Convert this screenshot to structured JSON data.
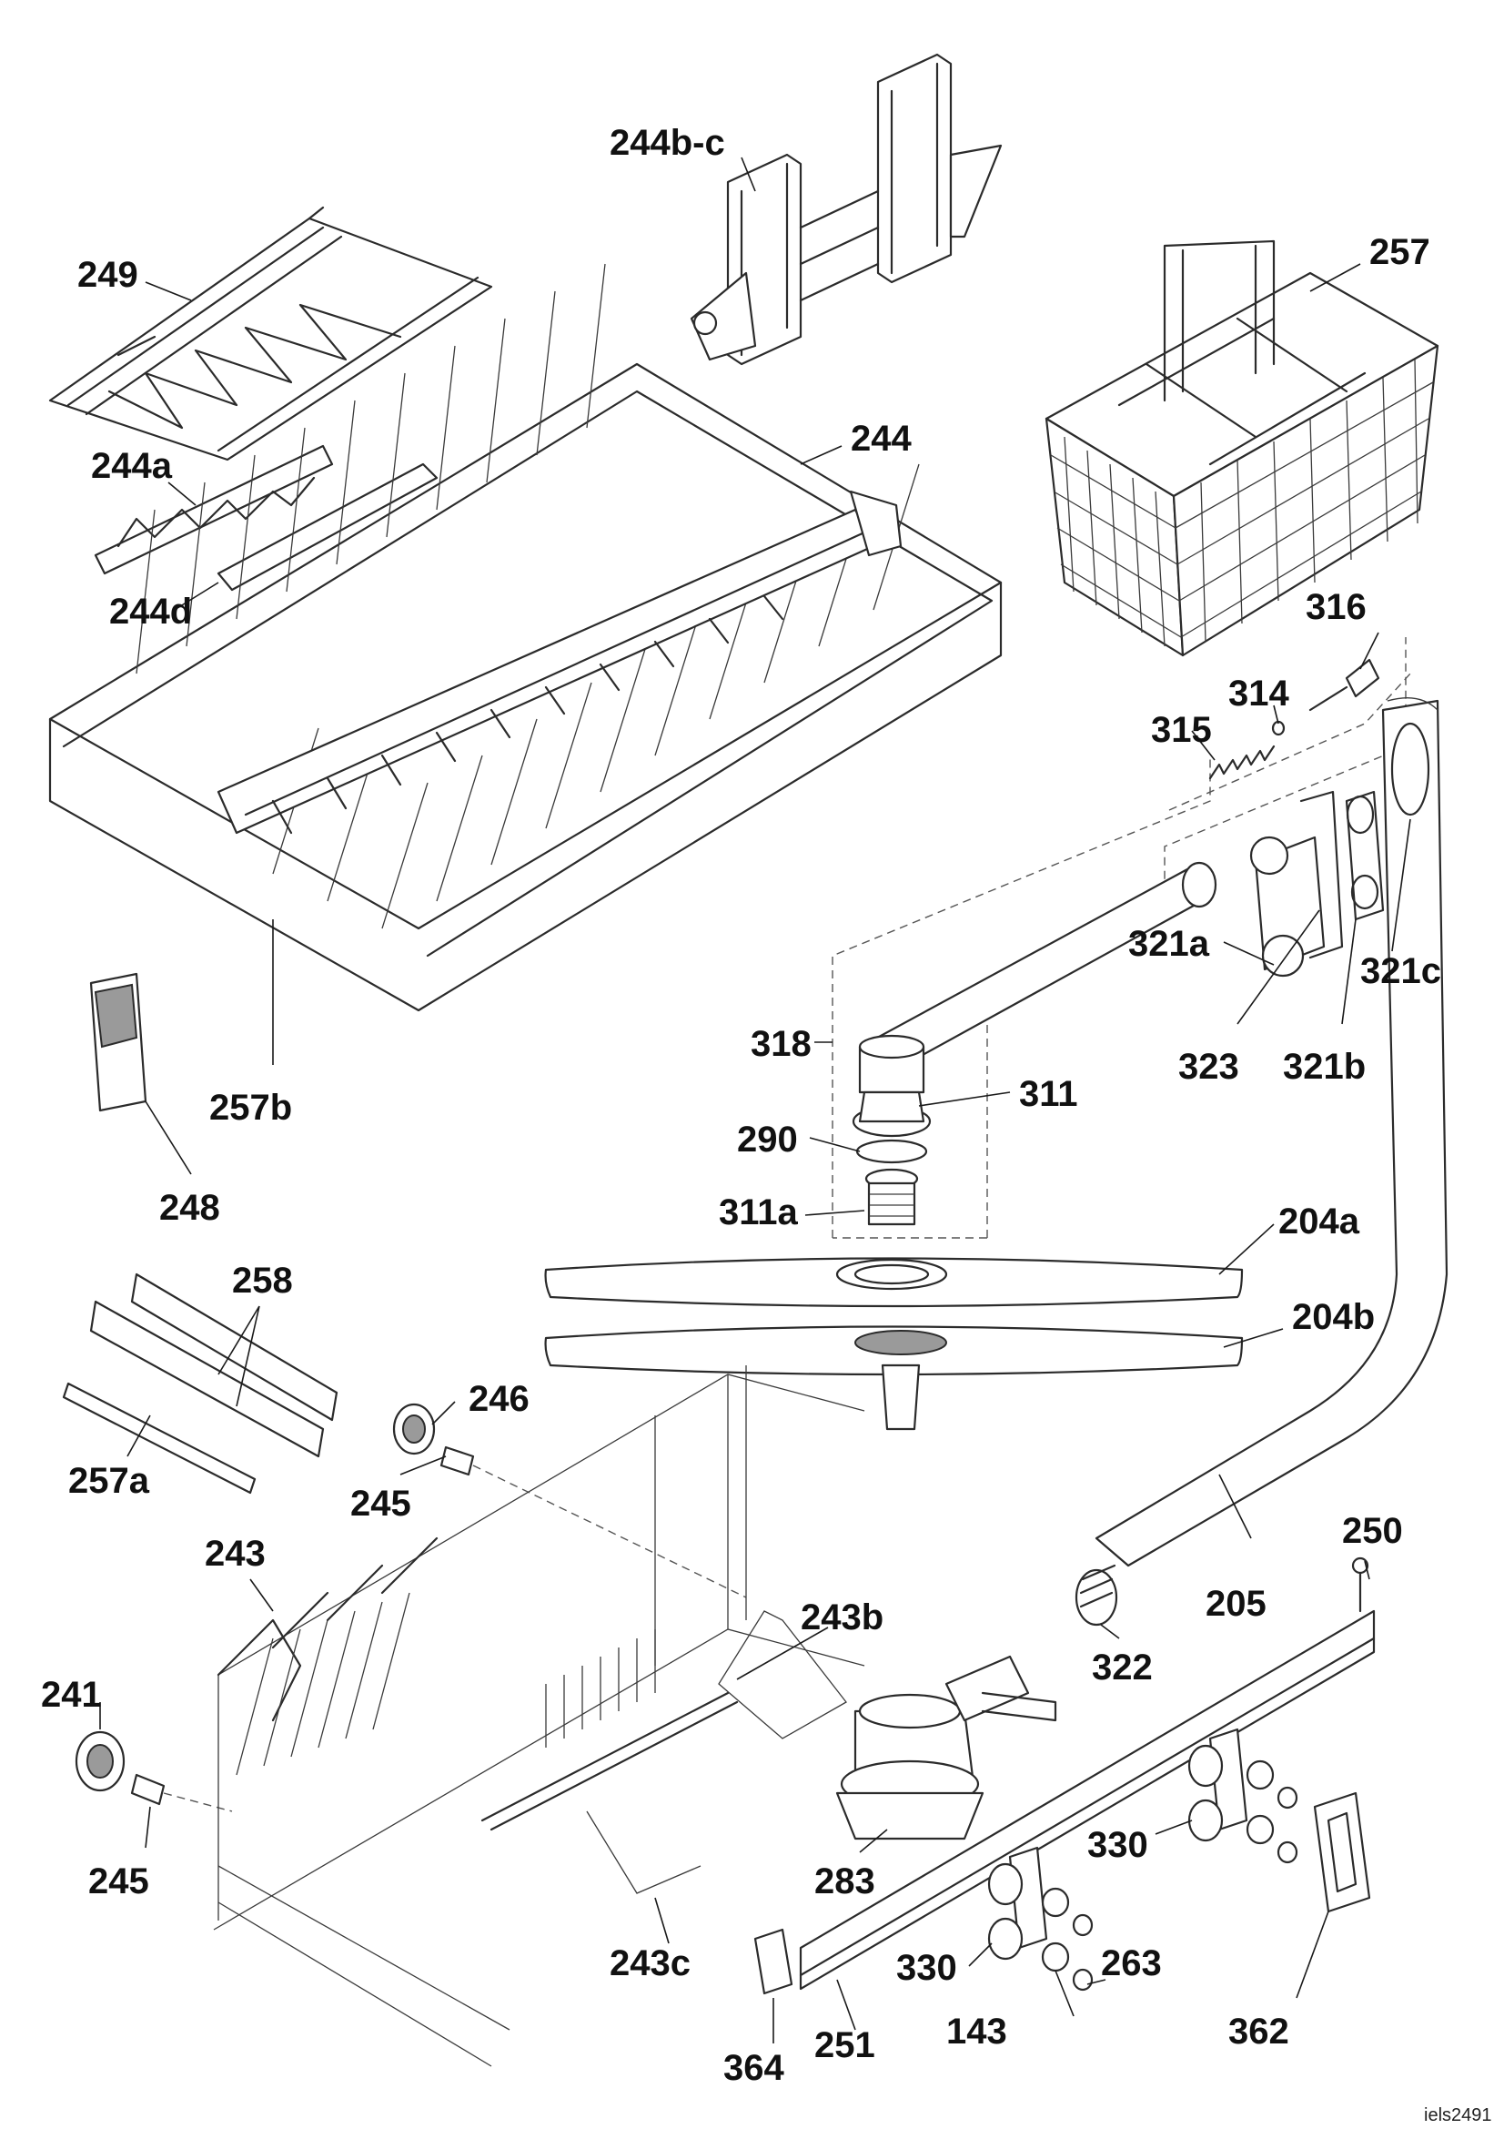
{
  "diagram": {
    "code": "iels2491",
    "labels": {
      "l244bc": "244b-c",
      "l249": "249",
      "l257": "257",
      "l244": "244",
      "l244a": "244a",
      "l244d": "244d",
      "l316": "316",
      "l314": "314",
      "l315": "315",
      "l321a": "321a",
      "l321c": "321c",
      "l318": "318",
      "l323": "323",
      "l321b": "321b",
      "l311": "311",
      "l257b": "257b",
      "l290": "290",
      "l248": "248",
      "l311a": "311a",
      "l204a": "204a",
      "l258": "258",
      "l204b": "204b",
      "l246": "246",
      "l257a": "257a",
      "l245top": "245",
      "l250": "250",
      "l243": "243",
      "l205": "205",
      "l243b": "243b",
      "l322": "322",
      "l241": "241",
      "l330right": "330",
      "l283": "283",
      "l245bottom": "245",
      "l243c": "243c",
      "l330left": "330",
      "l263": "263",
      "l362": "362",
      "l143": "143",
      "l364": "364",
      "l251": "251"
    }
  }
}
